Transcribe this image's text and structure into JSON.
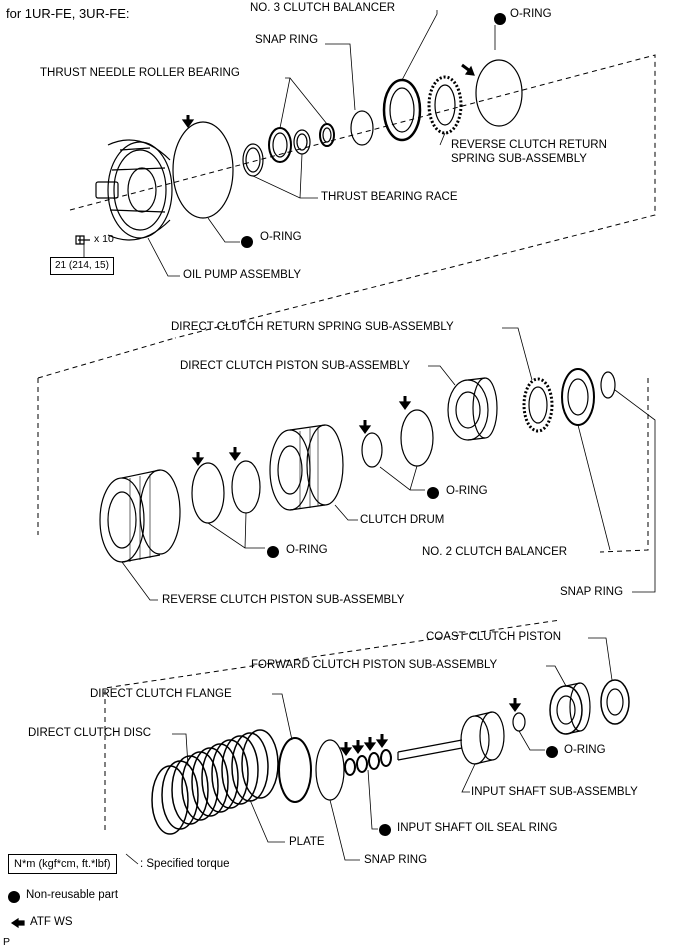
{
  "header": {
    "title": "for 1UR-FE, 3UR-FE:"
  },
  "labels": {
    "no3_clutch_balancer": "NO. 3 CLUTCH BALANCER",
    "oring_top": "O-RING",
    "snap_ring_top": "SNAP RING",
    "thrust_needle_roller_bearing": "THRUST NEEDLE ROLLER BEARING",
    "reverse_clutch_return_spring_1": "REVERSE CLUTCH RETURN",
    "reverse_clutch_return_spring_2": "SPRING SUB-ASSEMBLY",
    "thrust_bearing_race": "THRUST BEARING RACE",
    "oring_pump": "O-RING",
    "bolt_count": "x 10",
    "torque_value": "21 (214, 15)",
    "oil_pump_assembly": "OIL PUMP ASSEMBLY",
    "direct_clutch_return_spring": "DIRECT CLUTCH RETURN SPRING SUB-ASSEMBLY",
    "direct_clutch_piston": "DIRECT CLUTCH PISTON SUB-ASSEMBLY",
    "oring_mid": "O-RING",
    "clutch_drum": "CLUTCH DRUM",
    "oring_mid_left": "O-RING",
    "no2_clutch_balancer": "NO. 2 CLUTCH BALANCER",
    "snap_ring_mid": "SNAP RING",
    "reverse_clutch_piston": "REVERSE CLUTCH PISTON SUB-ASSEMBLY",
    "coast_clutch_piston": "COAST CLUTCH PISTON",
    "forward_clutch_piston": "FORWARD CLUTCH PISTON SUB-ASSEMBLY",
    "direct_clutch_flange": "DIRECT CLUTCH FLANGE",
    "direct_clutch_disc": "DIRECT CLUTCH DISC",
    "oring_bottom": "O-RING",
    "input_shaft": "INPUT SHAFT SUB-ASSEMBLY",
    "input_shaft_oil_seal_ring": "INPUT SHAFT OIL SEAL RING",
    "plate": "PLATE",
    "snap_ring_bottom": "SNAP RING"
  },
  "legend": {
    "torque_unit": "N*m (kgf*cm, ft.*lbf)",
    "torque_desc": ": Specified torque",
    "non_reusable": "Non-reusable part",
    "atf": "ATF WS"
  },
  "footer": {
    "code": "P"
  }
}
